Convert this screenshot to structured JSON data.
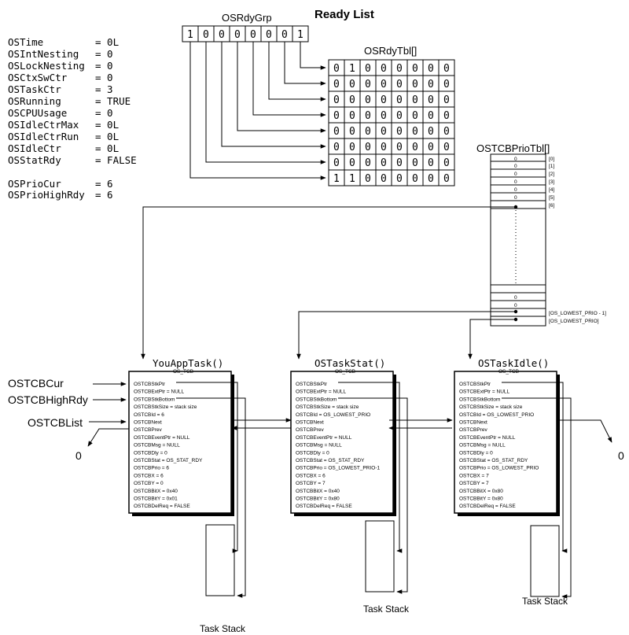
{
  "globals": [
    {
      "name": "OSTime",
      "value": "= 0L"
    },
    {
      "name": "OSIntNesting",
      "value": "= 0"
    },
    {
      "name": "OSLockNesting",
      "value": "= 0"
    },
    {
      "name": "OSCtxSwCtr",
      "value": "= 0"
    },
    {
      "name": "OSTaskCtr",
      "value": "= 3"
    },
    {
      "name": "OSRunning",
      "value": "= TRUE"
    },
    {
      "name": "OSCPUUsage",
      "value": "= 0"
    },
    {
      "name": "OSIdleCtrMax",
      "value": "= 0L"
    },
    {
      "name": "OSIdleCtrRun",
      "value": "= 0L"
    },
    {
      "name": "OSIdleCtr",
      "value": "= 0L"
    },
    {
      "name": "OSStatRdy",
      "value": "= FALSE"
    },
    {
      "name": "OSPrioCur",
      "value": "= 6"
    },
    {
      "name": "OSPrioHighRdy",
      "value": "= 6"
    }
  ],
  "ready_list_title": "Ready List",
  "rdy_grp": {
    "label": "OSRdyGrp",
    "bits": [
      "1",
      "0",
      "0",
      "0",
      "0",
      "0",
      "0",
      "1"
    ]
  },
  "rdy_tbl": {
    "label": "OSRdyTbl[]",
    "rows": [
      [
        "0",
        "1",
        "0",
        "0",
        "0",
        "0",
        "0",
        "0"
      ],
      [
        "0",
        "0",
        "0",
        "0",
        "0",
        "0",
        "0",
        "0"
      ],
      [
        "0",
        "0",
        "0",
        "0",
        "0",
        "0",
        "0",
        "0"
      ],
      [
        "0",
        "0",
        "0",
        "0",
        "0",
        "0",
        "0",
        "0"
      ],
      [
        "0",
        "0",
        "0",
        "0",
        "0",
        "0",
        "0",
        "0"
      ],
      [
        "0",
        "0",
        "0",
        "0",
        "0",
        "0",
        "0",
        "0"
      ],
      [
        "0",
        "0",
        "0",
        "0",
        "0",
        "0",
        "0",
        "0"
      ],
      [
        "1",
        "1",
        "0",
        "0",
        "0",
        "0",
        "0",
        "0"
      ]
    ]
  },
  "prio_tbl": {
    "label": "OSTCBPrioTbl[]",
    "top_cells": [
      "0",
      "0",
      "0",
      "0",
      "0",
      "0",
      ""
    ],
    "top_indices": [
      "[0]",
      "[1]",
      "[2]",
      "[3]",
      "[4]",
      "[5]",
      "[6]"
    ],
    "bottom_cells": [
      "",
      "0",
      "0",
      "",
      ""
    ],
    "bottom_indices": [
      "[OS_LOWEST_PRIO - 1]",
      "[OS_LOWEST_PRIO]"
    ]
  },
  "pointers": {
    "cur": "OSTCBCur",
    "high_rdy": "OSTCBHighRdy",
    "list": "OSTCBList"
  },
  "null_left": "0",
  "null_right": "0",
  "tcbs": [
    {
      "task_name": "YouAppTask()",
      "tcb_label": "OS_TCB",
      "fields": [
        "OSTCBStkPtr",
        "OSTCBExtPtr = NULL",
        "OSTCBStkBottom",
        "OSTCBStkSize = stack size",
        "OSTCBId = 6",
        "OSTCBNext",
        "OSTCBPrev",
        "OSTCBEventPtr = NULL",
        "OSTCBMsg = NULL",
        "OSTCBDly = 0",
        "OSTCBStat = OS_STAT_RDY",
        "OSTCBPrio = 6",
        "OSTCBX = 6",
        "OSTCBY = 0",
        "OSTCBBitX = 0x40",
        "OSTCBBitY = 0x01",
        "OSTCBDelReq = FALSE"
      ],
      "stack_label": "Task Stack"
    },
    {
      "task_name": "OSTaskStat()",
      "tcb_label": "OS_TCB",
      "fields": [
        "OSTCBStkPtr",
        "OSTCBExtPtr = NULL",
        "OSTCBStkBottom",
        "OSTCBStkSize = stack size",
        "OSTCBId = OS_LOWEST_PRIO",
        "OSTCBNext",
        "OSTCBPrev",
        "OSTCBEventPtr = NULL",
        "OSTCBMsg = NULL",
        "OSTCBDly = 0",
        "OSTCBStat = OS_STAT_RDY",
        "OSTCBPrio = OS_LOWEST_PRIO-1",
        "OSTCBX = 6",
        "OSTCBY = 7",
        "OSTCBBitX = 0x40",
        "OSTCBBitY = 0x80",
        "OSTCBDelReq = FALSE"
      ],
      "stack_label": "Task Stack"
    },
    {
      "task_name": "OSTaskIdle()",
      "tcb_label": "OS_TCB",
      "fields": [
        "OSTCBStkPtr",
        "OSTCBExtPtr = NULL",
        "OSTCBStkBottom",
        "OSTCBStkSize = stack size",
        "OSTCBId = OS_LOWEST_PRIO",
        "OSTCBNext",
        "OSTCBPrev",
        "OSTCBEventPtr = NULL",
        "OSTCBMsg = NULL",
        "OSTCBDly = 0",
        "OSTCBStat = OS_STAT_RDY",
        "OSTCBPrio = OS_LOWEST_PRIO",
        "OSTCBX = 7",
        "OSTCBY = 7",
        "OSTCBBitX = 0x80",
        "OSTCBBitY = 0x80",
        "OSTCBDelReq = FALSE"
      ],
      "stack_label": "Task Stack"
    }
  ]
}
